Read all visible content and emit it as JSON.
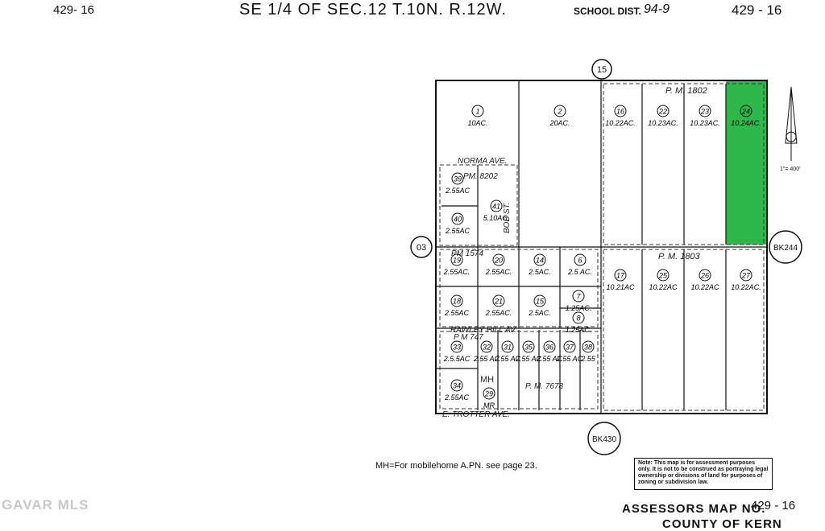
{
  "header": {
    "left_map_no": "429- 16",
    "title": "SE 1/4 OF SEC.12 T.10N. R.12W.",
    "school_dist_label": "SCHOOL DIST.",
    "school_dist_value": "94-9",
    "right_map_no": "429 - 16"
  },
  "circles": {
    "top": "15",
    "left": "03",
    "right": "BK244",
    "bottom": "BK430"
  },
  "parcels": [
    {
      "num": "1",
      "area": "10AC."
    },
    {
      "num": "2",
      "area": "20AC."
    },
    {
      "num": "16",
      "area": "10.22AC."
    },
    {
      "num": "22",
      "area": "10.23AC."
    },
    {
      "num": "23",
      "area": "10.23AC."
    },
    {
      "num": "24",
      "area": "10.24AC."
    },
    {
      "num": "39",
      "area": "2.55AC"
    },
    {
      "num": "40",
      "area": "2.55AC"
    },
    {
      "num": "41",
      "area": "5.10AC."
    },
    {
      "num": "19",
      "area": "2.55AC."
    },
    {
      "num": "20",
      "area": "2.55AC."
    },
    {
      "num": "14",
      "area": "2.5AC."
    },
    {
      "num": "6",
      "area": "2.5 AC."
    },
    {
      "num": "17",
      "area": "10.21AC"
    },
    {
      "num": "25",
      "area": "10.22AC"
    },
    {
      "num": "26",
      "area": "10.22AC"
    },
    {
      "num": "27",
      "area": "10.22AC."
    },
    {
      "num": "18",
      "area": "2.55AC"
    },
    {
      "num": "21",
      "area": "2.55AC."
    },
    {
      "num": "15",
      "area": "2.5AC."
    },
    {
      "num": "7",
      "area": "1.25AC."
    },
    {
      "num": "8",
      "area": "1.25AC."
    },
    {
      "num": "33",
      "area": "2.5.5AC"
    },
    {
      "num": "32",
      "area": "2.55 AC"
    },
    {
      "num": "31",
      "area": "2.55 AC"
    },
    {
      "num": "35",
      "area": "2.55 AC"
    },
    {
      "num": "36",
      "area": "2.55 AC"
    },
    {
      "num": "37",
      "area": "2.55 AC"
    },
    {
      "num": "38",
      "area": "2.55"
    },
    {
      "num": "34",
      "area": "2.55AC"
    },
    {
      "num": "29",
      "area": "MR"
    }
  ],
  "highlight": {
    "parcel": "24",
    "color": "#2fb84a"
  },
  "labels": {
    "pm1802": "P. M.    1802",
    "pm1803": "P. M.    1803",
    "pm8202": "PM. 8202",
    "pm1574": "PM 1574",
    "pm747": "P M  747",
    "pm7678": "P.    M.    7678",
    "norma": "NORMA  AVE.",
    "rawley": "RAWLEY HILL  AV.",
    "trotter": "E. TROTTER  AVE.",
    "bob": "BOB  ST.",
    "mh": "MH",
    "scale": "1\"= 400'"
  },
  "footer": {
    "mobilehome_note": "MH=For mobilehome A.PN. see page 23.",
    "note_text": "Note: This map is for assessment purposes only. It is not to be construed as portraying legal ownership or divisions of land for purposes of zoning or subdivision law.",
    "assessors_label": "ASSESSORS MAP NO.",
    "assessors_no": "429 - 16",
    "county": "COUNTY OF KERN",
    "watermark": "GAVAR MLS"
  }
}
